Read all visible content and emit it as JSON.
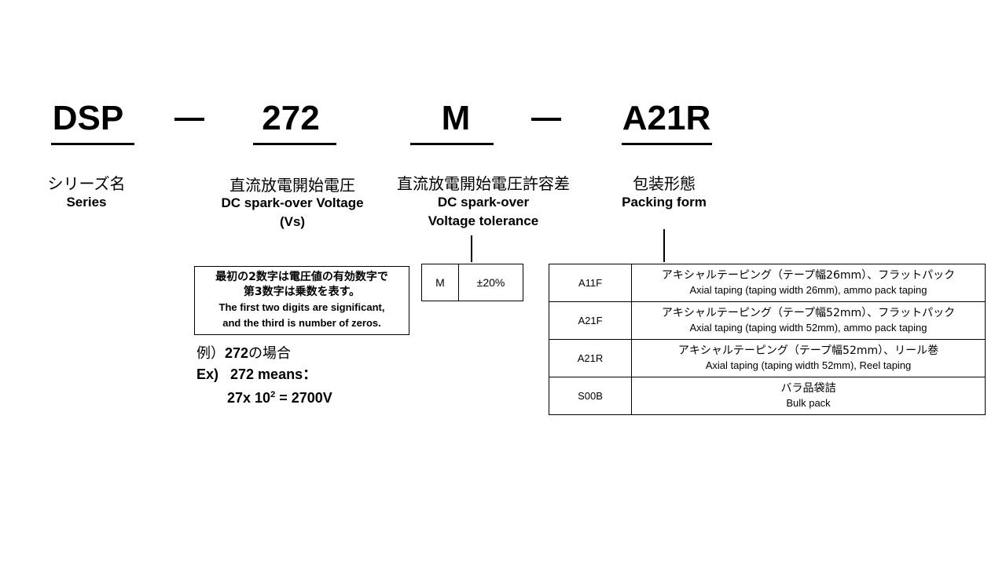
{
  "codes": {
    "series": "DSP",
    "dash1": "—",
    "voltage": "272",
    "tolerance": "M",
    "dash2": "—",
    "packing": "A21R"
  },
  "labels": {
    "series_jp": "シリーズ名",
    "series_en": "Series",
    "voltage_jp": "直流放電開始電圧",
    "voltage_en1": "DC spark-over  Voltage",
    "voltage_en2": "(Vs)",
    "tolerance_jp": "直流放電開始電圧許容差",
    "tolerance_en1": "DC spark-over",
    "tolerance_en2": "Voltage tolerance",
    "packing_jp": "包装形態",
    "packing_en": "Packing form"
  },
  "voltage_note": {
    "jp_line1": "最初の2数字は電圧値の有効数字で",
    "jp_line2": "第3数字は乗数を表す。",
    "en_line1": "The first two digits are significant,",
    "en_line2": "and the third is number of zeros."
  },
  "example": {
    "jp_prefix": "例）",
    "jp_value": "272",
    "jp_suffix": "の場合",
    "en_label": "Ex)   272 means：",
    "formula_base": "27x 10",
    "formula_exp": "2",
    "formula_result": " = 2700V"
  },
  "tolerance_table": [
    {
      "code": "M",
      "value": "±20%"
    }
  ],
  "packing_table": [
    {
      "code": "A11F",
      "jp": "アキシャルテーピング（テープ幅26mm）、フラットパック",
      "en": "Axial taping (taping width 26mm),  ammo pack taping"
    },
    {
      "code": "A21F",
      "jp": "アキシャルテーピング（テープ幅52mm）、フラットパック",
      "en": "Axial taping (taping width 52mm),  ammo pack taping"
    },
    {
      "code": "A21R",
      "jp": "アキシャルテーピング（テープ幅52mm）、リール巻",
      "en": "Axial taping (taping width 52mm),  Reel taping"
    },
    {
      "code": "S00B",
      "jp": "バラ品袋詰",
      "en": "Bulk pack"
    }
  ]
}
